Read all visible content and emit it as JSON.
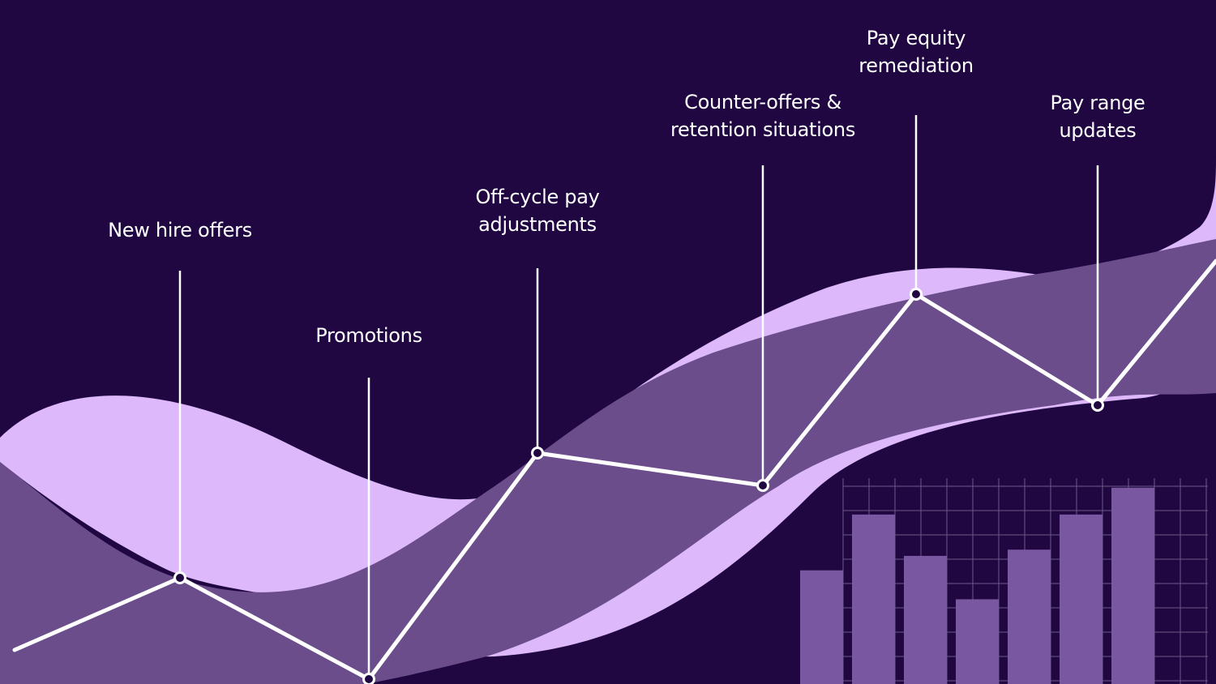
{
  "colors": {
    "background": "#200742",
    "light_ribbon": "#ddb8fb",
    "mid_ribbon": "#6b4d8c",
    "bars": "#7a58a1",
    "grid": "#6c5a86",
    "line": "#ffffff"
  },
  "milestones": [
    {
      "id": "new-hire-offers",
      "lines": [
        "New hire offers"
      ]
    },
    {
      "id": "promotions",
      "lines": [
        "Promotions"
      ]
    },
    {
      "id": "off-cycle-pay-adjustments",
      "lines": [
        "Off-cycle pay",
        "adjustments"
      ]
    },
    {
      "id": "counter-offers-retention",
      "lines": [
        "Counter-offers &",
        "retention situations"
      ]
    },
    {
      "id": "pay-equity-remediation",
      "lines": [
        "Pay equity",
        "remediation"
      ]
    },
    {
      "id": "pay-range-updates",
      "lines": [
        "Pay range",
        "updates"
      ]
    }
  ],
  "decor_bars": {
    "relative_heights": [
      0.55,
      0.82,
      0.62,
      0.41,
      0.65,
      0.82,
      0.95
    ]
  }
}
